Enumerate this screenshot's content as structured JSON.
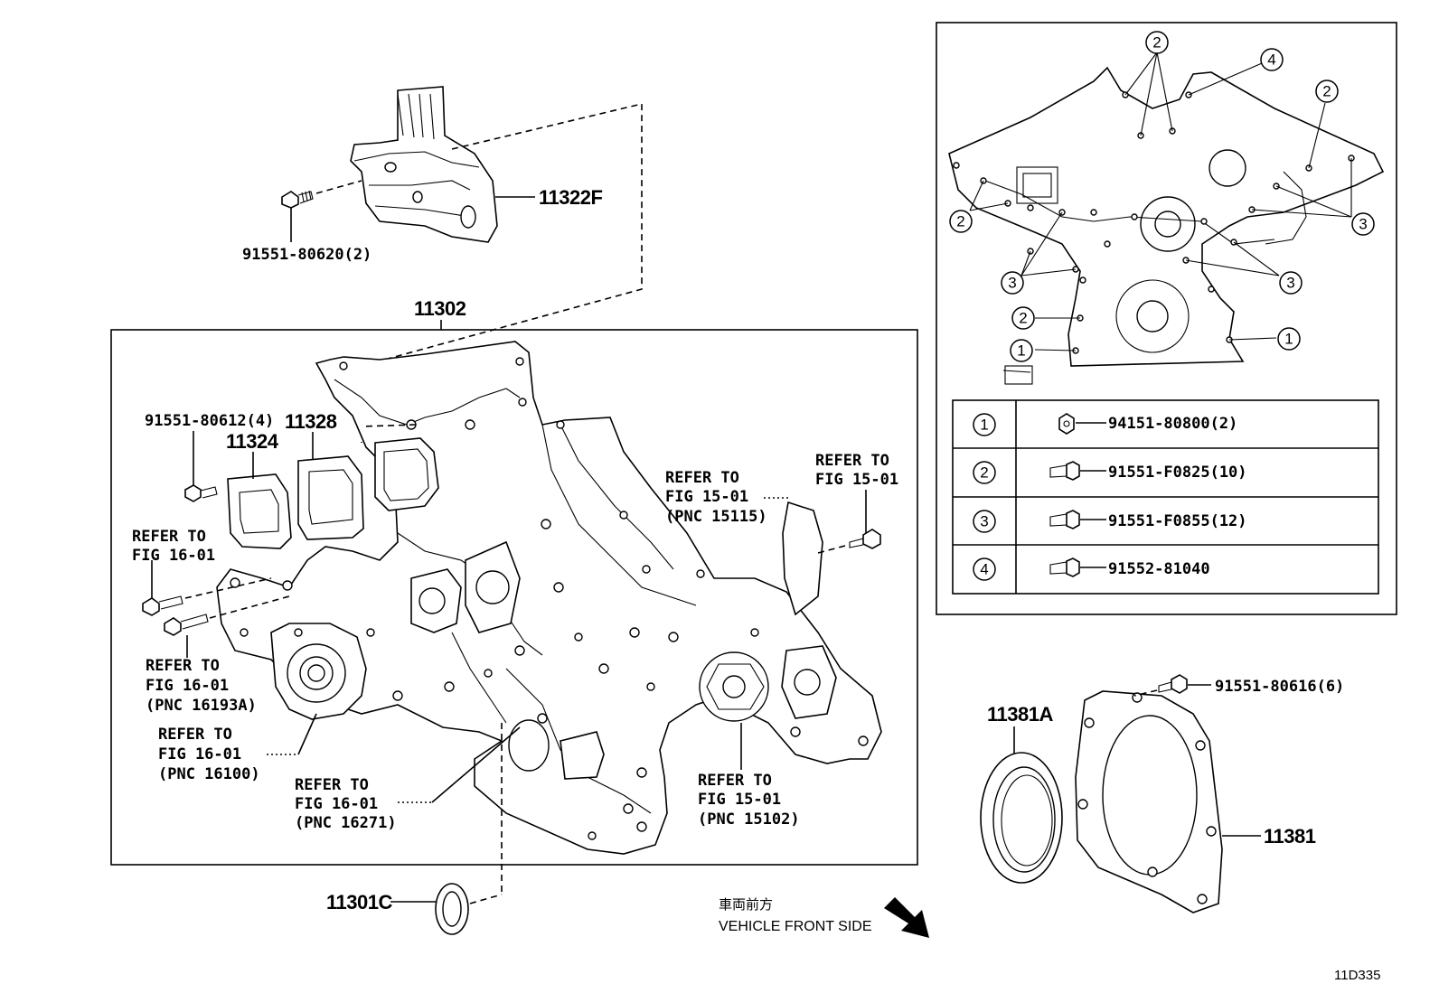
{
  "parts": {
    "timing_cover": "11302",
    "bracket": "11322F",
    "bracket_bolt": "91551-80620(2)",
    "cover_bolt": "91551-80612(4)",
    "gasket_a": "11328",
    "gasket_b": "11324",
    "front_seal": "11301C",
    "rear_seal": "11381A",
    "rear_retainer": "11381",
    "retainer_bolt": "91551-80616(6)"
  },
  "refs": {
    "r1": [
      "REFER TO",
      "FIG 16-01"
    ],
    "r2": [
      "REFER TO",
      "FIG 16-01",
      "(PNC 16193A)"
    ],
    "r3": [
      "REFER TO",
      "FIG 16-01",
      "(PNC 16100)"
    ],
    "r4": [
      "REFER TO",
      "FIG 16-01",
      "(PNC 16271)"
    ],
    "r5": [
      "REFER TO",
      "FIG 15-01",
      "(PNC 15115)"
    ],
    "r6": [
      "REFER TO",
      "FIG 15-01"
    ],
    "r7": [
      "REFER TO",
      "FIG 15-01",
      "(PNC 15102)"
    ]
  },
  "bolt_table": {
    "rows": [
      {
        "num": "1",
        "part": "94151-80800(2)",
        "icon": "flange-nut-icon"
      },
      {
        "num": "2",
        "part": "91551-F0825(10)",
        "icon": "bolt-icon"
      },
      {
        "num": "3",
        "part": "91551-F0855(12)",
        "icon": "bolt-icon"
      },
      {
        "num": "4",
        "part": "91552-81040",
        "icon": "bolt-icon"
      }
    ]
  },
  "callouts": [
    "2",
    "4",
    "2",
    "2",
    "3",
    "3",
    "3",
    "2",
    "1",
    "1"
  ],
  "direction": {
    "cn": "車両前方",
    "en": "VEHICLE FRONT SIDE"
  },
  "figure_code": "11D335"
}
